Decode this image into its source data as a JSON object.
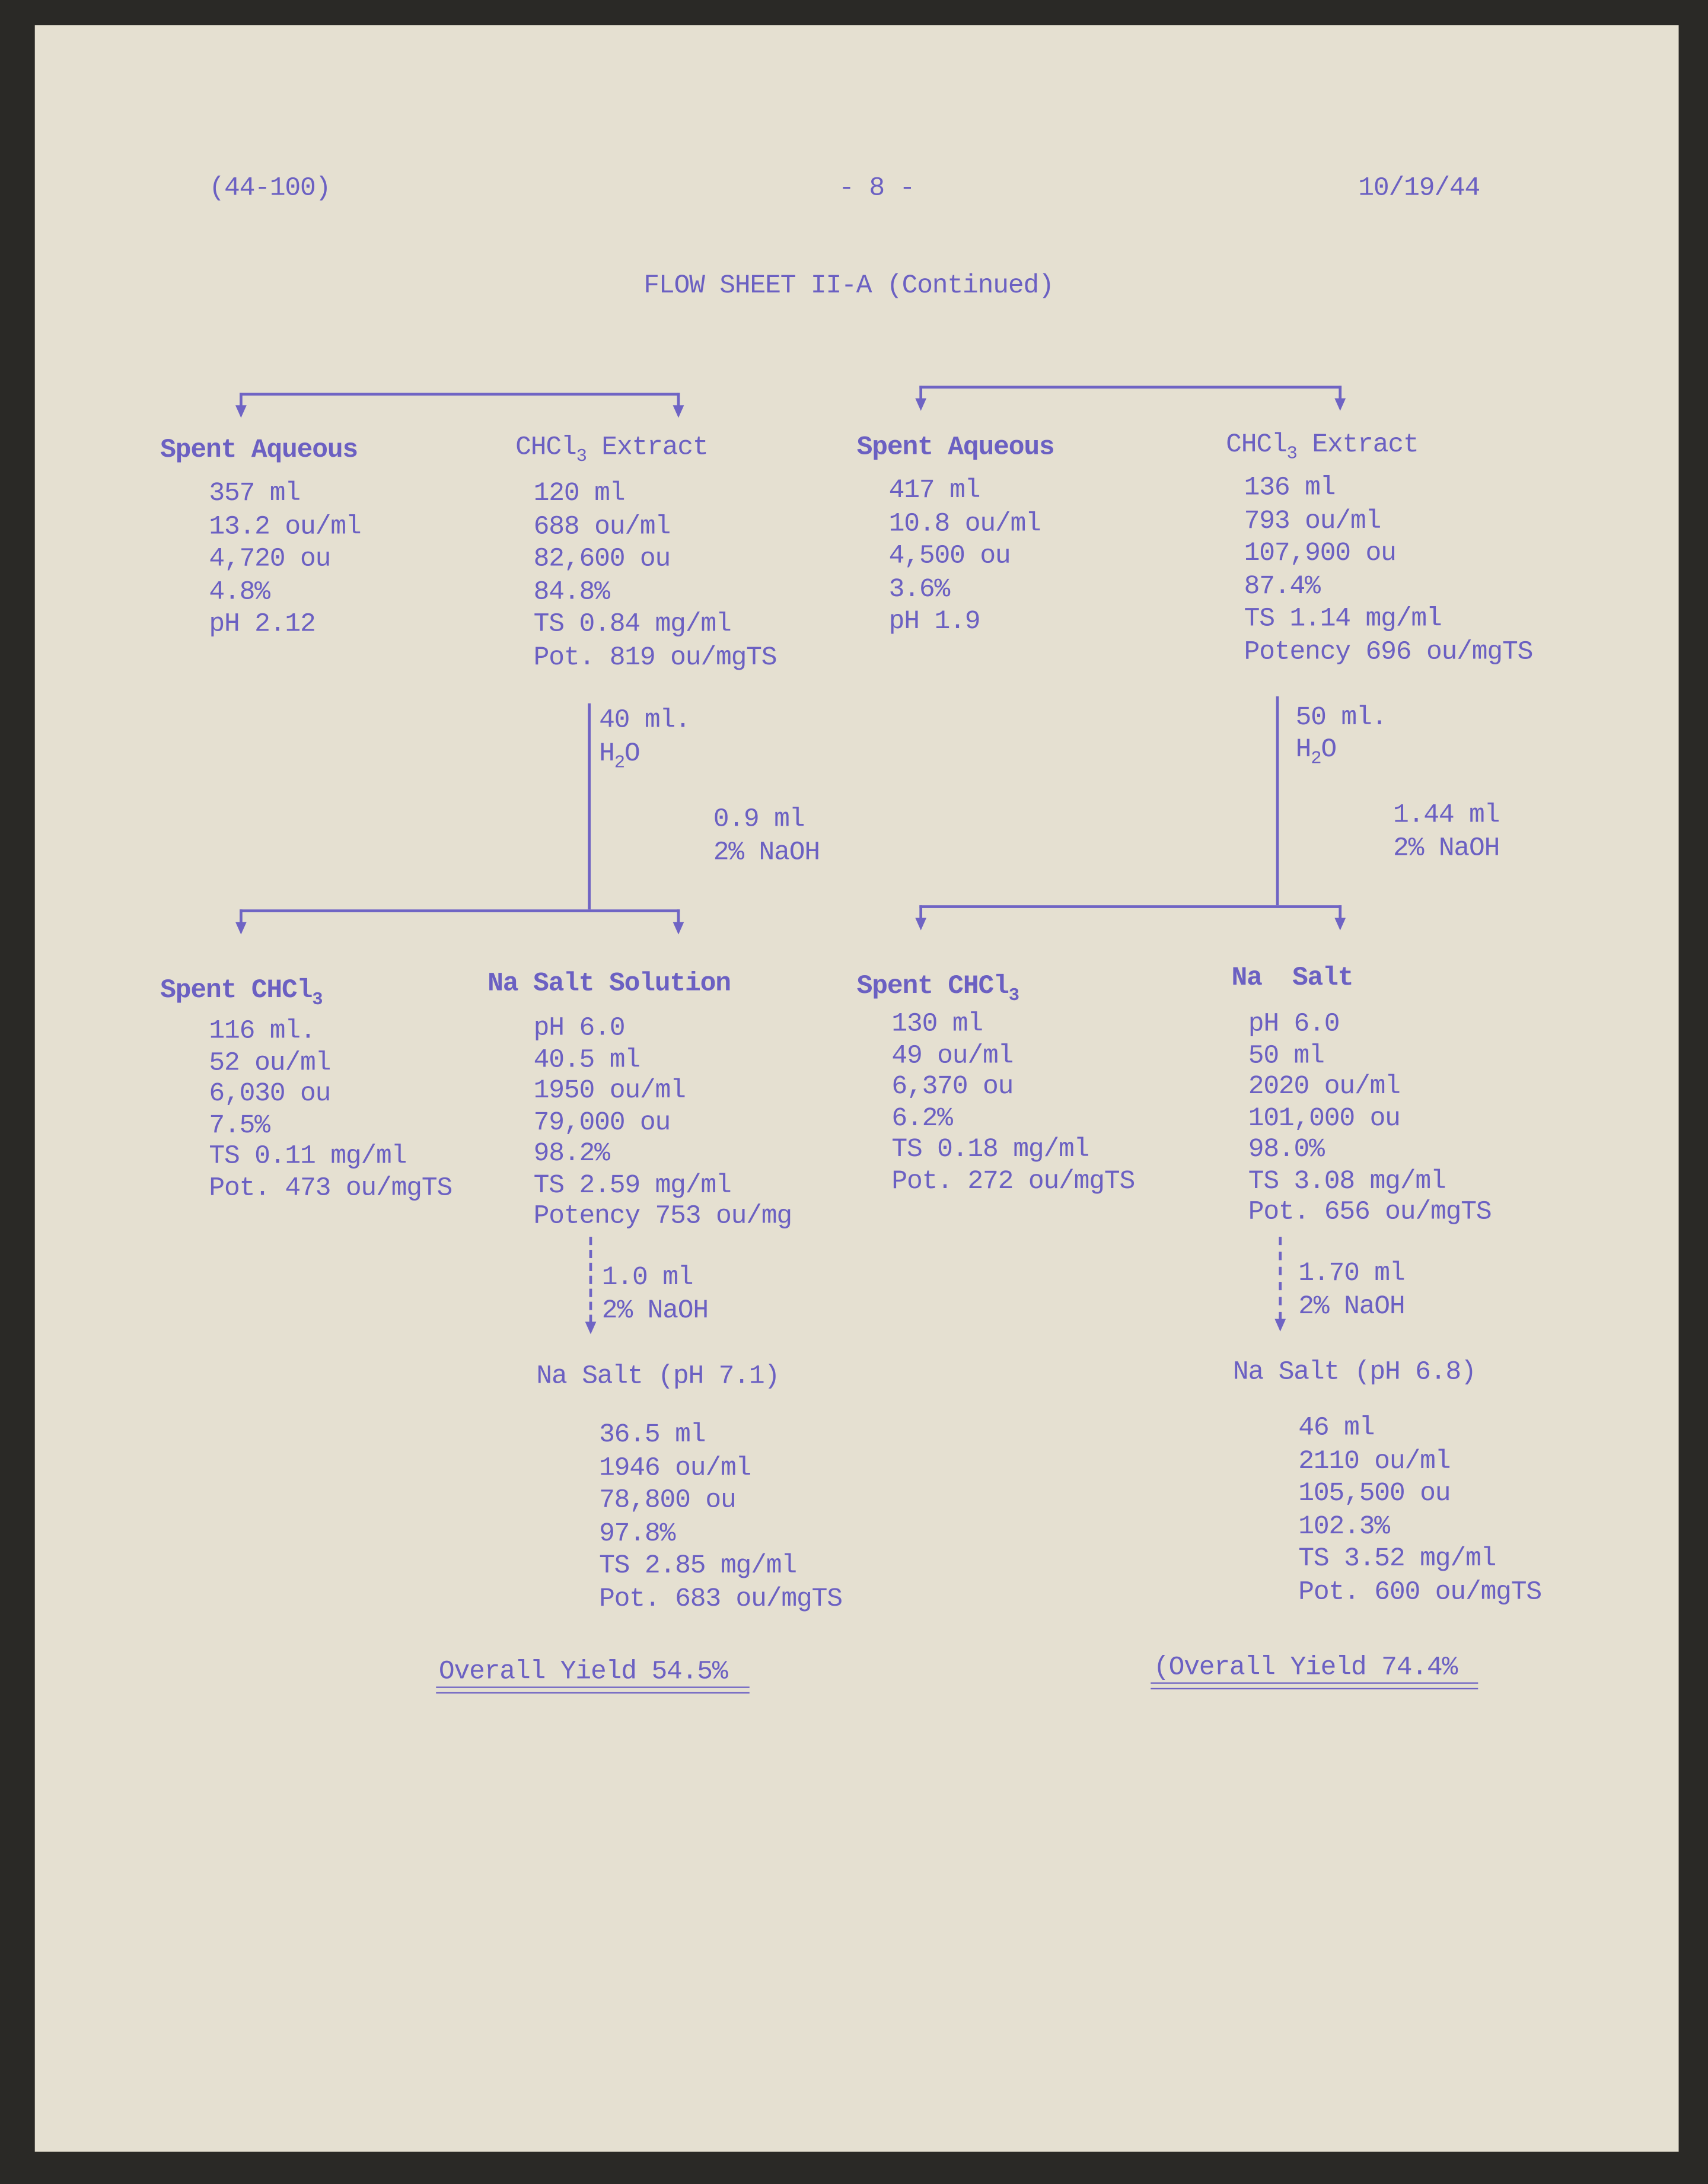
{
  "header": {
    "ref": "(44-100)",
    "page": "- 8 -",
    "date": "10/19/44"
  },
  "title": "FLOW SHEET II-A (Continued)",
  "left": {
    "spent_aqueous": {
      "label": "Spent Aqueous",
      "lines": [
        "357 ml",
        "13.2 ou/ml",
        "4,720 ou",
        "4.8%",
        "pH 2.12"
      ]
    },
    "extract": {
      "label": "CHCl",
      "sub": "3",
      "label_rest": " Extract",
      "lines": [
        "120 ml",
        "688 ou/ml",
        "82,600 ou",
        "84.8%",
        "TS 0.84 mg/ml",
        "Pot. 819 ou/mgTS"
      ]
    },
    "water": "40 ml.",
    "water2": "H",
    "water2_sub": "2",
    "water2_rest": "O",
    "naoh": [
      "0.9 ml",
      "2% NaOH"
    ],
    "spent_chcl3": {
      "label": "Spent CHCl",
      "sub": "3",
      "lines": [
        "116 ml.",
        "52 ou/ml",
        "6,030 ou",
        "7.5%",
        "TS 0.11 mg/ml",
        "Pot. 473 ou/mgTS"
      ]
    },
    "na_salt": {
      "label": "Na Salt Solution",
      "lines": [
        "pH 6.0",
        "40.5 ml",
        "1950 ou/ml",
        "79,000 ou",
        "98.2%",
        "TS 2.59 mg/ml",
        "Potency 753 ou/mg"
      ]
    },
    "naoh2": [
      "1.0 ml",
      "2% NaOH"
    ],
    "final": {
      "label": "Na Salt (pH 7.1)",
      "lines": [
        "36.5 ml",
        "1946 ou/ml",
        "78,800 ou",
        "97.8%",
        "TS 2.85 mg/ml",
        "Pot. 683 ou/mgTS"
      ]
    },
    "yield": "Overall Yield 54.5%"
  },
  "right": {
    "spent_aqueous": {
      "label": "Spent Aqueous",
      "lines": [
        "417 ml",
        "10.8 ou/ml",
        "4,500 ou",
        "3.6%",
        "pH 1.9"
      ]
    },
    "extract": {
      "label": "CHCl",
      "sub": "3",
      "label_rest": " Extract",
      "lines": [
        "136 ml",
        "793 ou/ml",
        "107,900 ou",
        "87.4%",
        "TS 1.14 mg/ml",
        "Potency 696 ou/mgTS"
      ]
    },
    "water": "50 ml.",
    "water2": "H",
    "water2_sub": "2",
    "water2_rest": "O",
    "naoh": [
      "1.44 ml",
      "2% NaOH"
    ],
    "spent_chcl3": {
      "label": "Spent CHCl",
      "sub": "3",
      "lines": [
        "130 ml",
        "49 ou/ml",
        "6,370 ou",
        "6.2%",
        "TS 0.18 mg/ml",
        "Pot. 272 ou/mgTS"
      ]
    },
    "na_salt": {
      "label": "Na  Salt",
      "lines": [
        "pH 6.0",
        "50 ml",
        "2020 ou/ml",
        "101,000 ou",
        "98.0%",
        "TS 3.08 mg/ml",
        "Pot. 656 ou/mgTS"
      ]
    },
    "naoh2": [
      "1.70 ml",
      "2% NaOH"
    ],
    "final": {
      "label": "Na Salt (pH 6.8)",
      "lines": [
        "46 ml",
        "2110 ou/ml",
        "105,500 ou",
        "102.3%",
        "TS 3.52 mg/ml",
        "Pot. 600 ou/mgTS"
      ]
    },
    "yield": "(Overall Yield 74.4%"
  }
}
